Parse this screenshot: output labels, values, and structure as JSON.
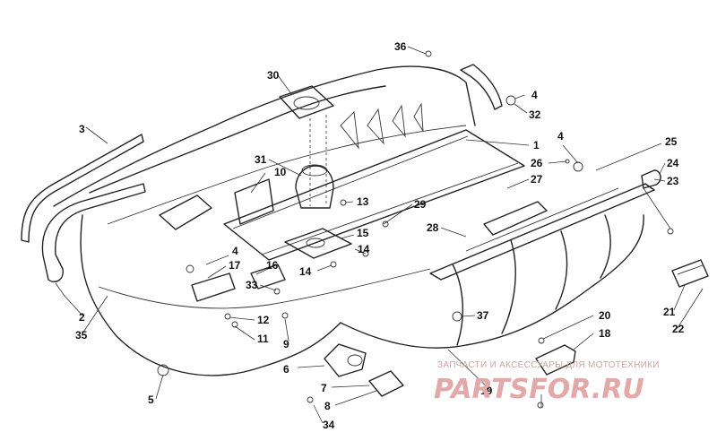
{
  "diagram": {
    "callouts": [
      "1",
      "2",
      "3",
      "4",
      "4",
      "4",
      "5",
      "6",
      "7",
      "8",
      "9",
      "10",
      "11",
      "12",
      "13",
      "14",
      "14",
      "15",
      "16",
      "17",
      "18",
      "19",
      "20",
      "21",
      "22",
      "23",
      "24",
      "25",
      "26",
      "27",
      "28",
      "29",
      "30",
      "31",
      "32",
      "33",
      "34",
      "35",
      "36",
      "37"
    ]
  },
  "watermark": {
    "caption": "ЗАПЧАСТИ И АКСЕССУАРЫ ДЛЯ МОТОТЕХНИКИ",
    "logo": "PARTSFOR.RU",
    "color": "#e3a8a8"
  }
}
